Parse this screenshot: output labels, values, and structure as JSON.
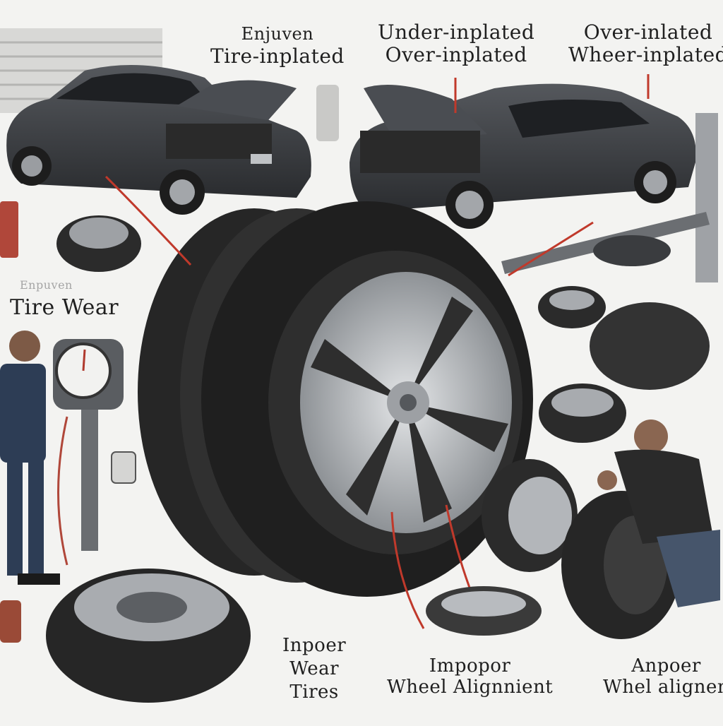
{
  "labels": {
    "top_left": [
      "Enjuven",
      "Tire-inplated"
    ],
    "top_center": [
      "Under-inplated",
      "Over-inplated"
    ],
    "top_right": [
      "Over-inlated",
      "Wheer-inplated"
    ],
    "left_faint": "Enpuven",
    "left_main": "Tire Wear",
    "bottom_left": [
      "Inpoer",
      "Wear",
      "Tires"
    ],
    "bottom_center": [
      "Impopor",
      "Wheel Alignnient"
    ],
    "bottom_right": [
      "Anpoer",
      "Whel alignen"
    ]
  },
  "palette": {
    "background": "#f3f3f1",
    "tire": "#2b2b2b",
    "rim": "#b9bcc0",
    "car": "#3a3c40",
    "accent_line": "#c0392b"
  },
  "icons": [
    "gauge-icon",
    "air-hose-icon",
    "tire-icon",
    "car-icon",
    "mechanic-icon"
  ]
}
